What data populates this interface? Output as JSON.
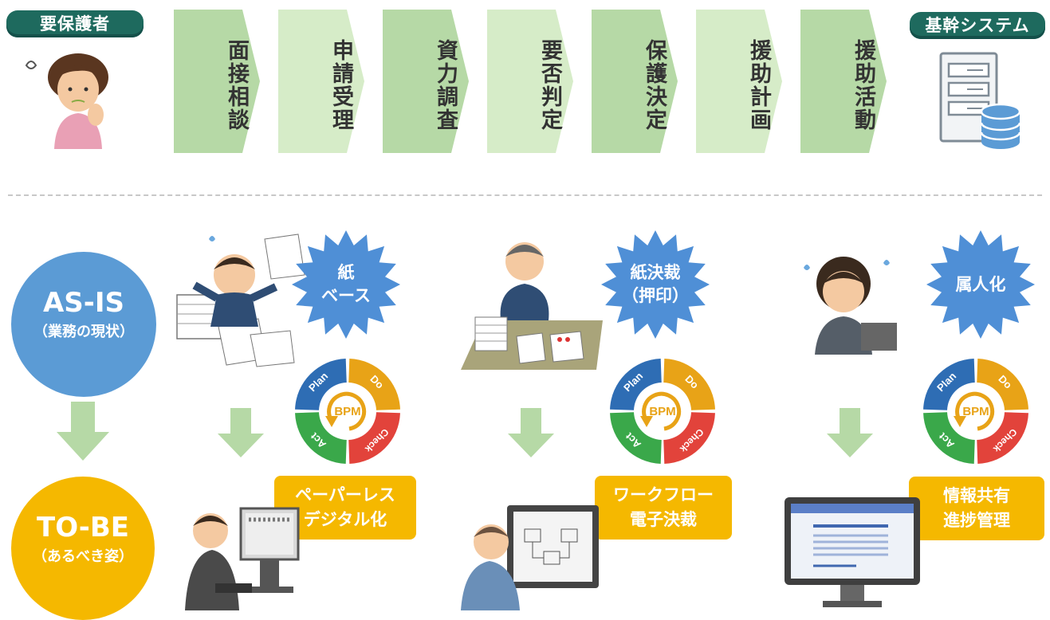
{
  "header": {
    "left_label": "要保護者",
    "right_label": "基幹システム"
  },
  "process_steps": [
    {
      "label": "面接相談",
      "color": "#b6d9a6"
    },
    {
      "label": "申請受理",
      "color": "#d6ecc8"
    },
    {
      "label": "資力調査",
      "color": "#b6d9a6"
    },
    {
      "label": "要否判定",
      "color": "#d6ecc8"
    },
    {
      "label": "保護決定",
      "color": "#b6d9a6"
    },
    {
      "label": "援助計画",
      "color": "#d6ecc8"
    },
    {
      "label": "援助活動",
      "color": "#b6d9a6"
    }
  ],
  "as_is": {
    "title": "AS-IS",
    "subtitle": "（業務の現状）",
    "color": "#5b9bd5"
  },
  "to_be": {
    "title": "TO-BE",
    "subtitle": "（あるべき姿）",
    "color": "#f5b800"
  },
  "problems": [
    {
      "lines": [
        "紙",
        "ベース"
      ]
    },
    {
      "lines": [
        "紙決裁",
        "（押印）"
      ]
    },
    {
      "lines": [
        "属人化"
      ]
    }
  ],
  "solutions": [
    {
      "lines": [
        "ペーパーレス",
        "デジタル化"
      ]
    },
    {
      "lines": [
        "ワークフロー",
        "電子決裁"
      ]
    },
    {
      "lines": [
        "情報共有",
        "進捗管理"
      ]
    }
  ],
  "bpm_cycle": {
    "center": "BPM",
    "segments": [
      {
        "label": "Plan",
        "color": "#2e6db4"
      },
      {
        "label": "Do",
        "color": "#e8a317"
      },
      {
        "label": "Check",
        "color": "#e2433b"
      },
      {
        "label": "Act",
        "color": "#3aa84a"
      }
    ]
  },
  "colors": {
    "pill_bg": "#1e6a5e",
    "burst_blue": "#4f8fd6",
    "arrow_green": "#b6d9a6",
    "solution_yellow": "#f5b800"
  }
}
